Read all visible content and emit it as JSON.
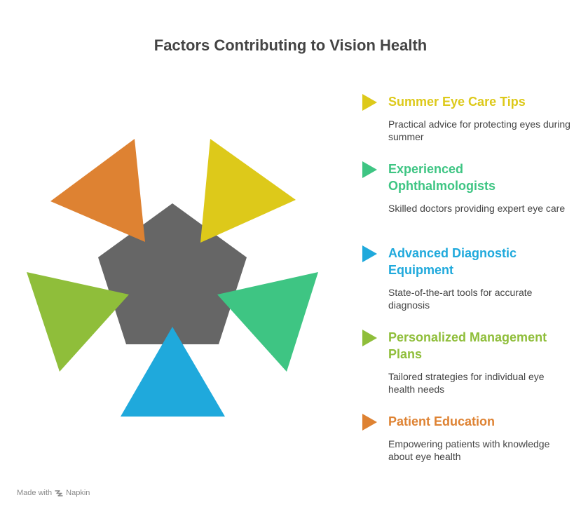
{
  "title": "Factors Contributing to Vision Health",
  "items": [
    {
      "heading": "Summer Eye Care Tips",
      "description": "Practical advice for protecting eyes during summer",
      "color": "#DDC91A"
    },
    {
      "heading": "Experienced Ophthalmologists",
      "description": "Skilled doctors providing expert eye care",
      "color": "#3EC583"
    },
    {
      "heading": "Advanced Diagnostic Equipment",
      "description": "State-of-the-art tools for accurate diagnosis",
      "color": "#1FA9DC"
    },
    {
      "heading": "Personalized Management Plans",
      "description": "Tailored strategies for individual eye health needs",
      "color": "#8FBE3A"
    },
    {
      "heading": "Patient Education",
      "description": "Empowering patients with knowledge about eye health",
      "color": "#DE8232"
    }
  ],
  "center_color": "#666666",
  "footer": {
    "made_with": "Made with",
    "brand": "Napkin"
  }
}
